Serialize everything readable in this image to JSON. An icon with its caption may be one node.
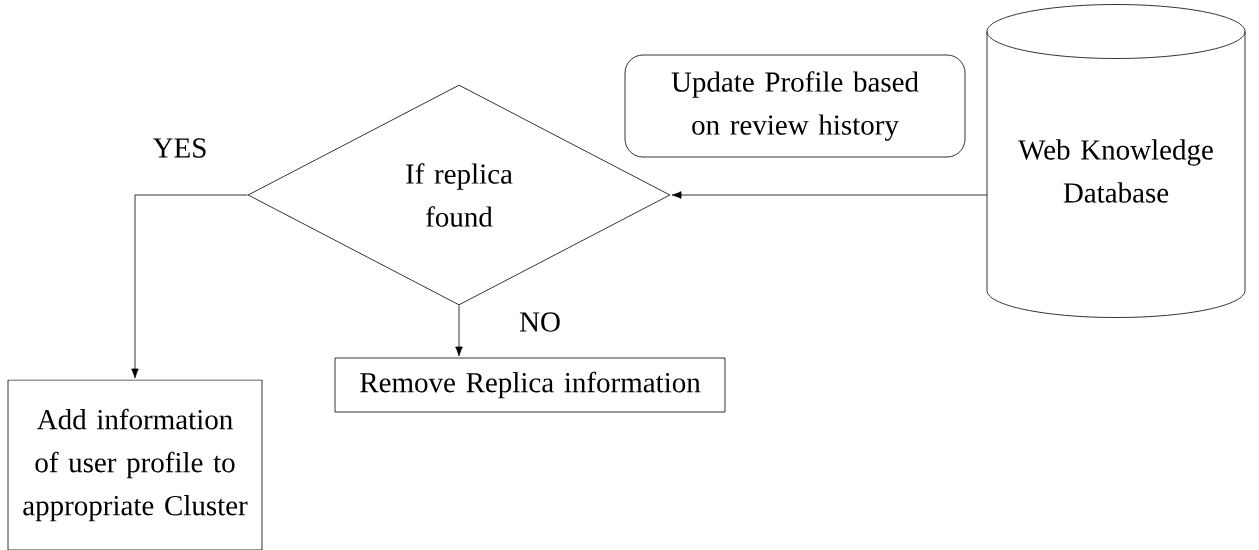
{
  "diagram": {
    "nodes": [
      {
        "text": [
          "Update Profile based on review history"
        ]
      },
      {
        "text": [
          "Web Knowledge Database"
        ]
      },
      {
        "text": [
          "If replica found"
        ]
      },
      {
        "text": [
          "Add information of user profile to appropriate Cluster"
        ]
      },
      {
        "text": [
          "Remove Replica information"
        ]
      }
    ],
    "edges": [
      {
        "from": 1,
        "to": 2,
        "arrow": "to"
      },
      {
        "from": 2,
        "to": 3,
        "arrow": "to",
        "label": "YES"
      },
      {
        "from": 2,
        "to": 4,
        "arrow": "to",
        "label": "NO"
      }
    ]
  }
}
